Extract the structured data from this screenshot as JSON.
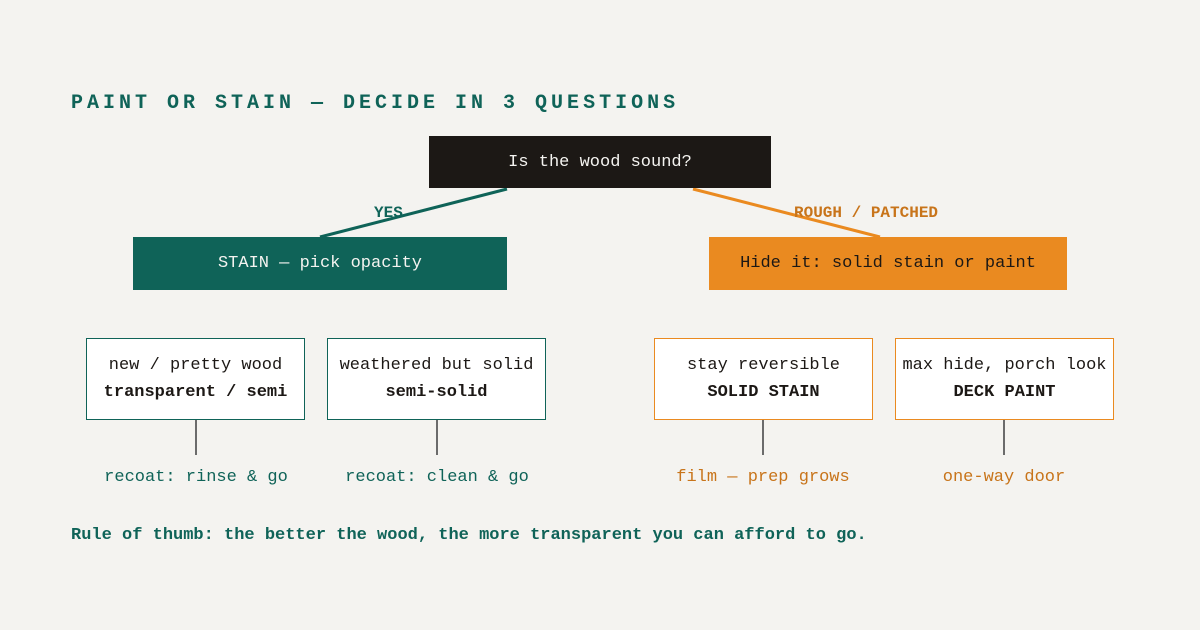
{
  "title": "PAINT OR STAIN — DECIDE IN 3 QUESTIONS",
  "root": {
    "question": "Is the wood sound?"
  },
  "branches": [
    {
      "label": "YES",
      "node": "STAIN — pick opacity",
      "leaves": [
        {
          "condition": "new / pretty wood",
          "choice": "transparent / semi",
          "note": "recoat: rinse & go"
        },
        {
          "condition": "weathered but solid",
          "choice": "semi-solid",
          "note": "recoat: clean & go"
        }
      ]
    },
    {
      "label": "ROUGH / PATCHED",
      "node": "Hide it: solid stain or paint",
      "leaves": [
        {
          "condition": "stay reversible",
          "choice": "SOLID STAIN",
          "note": "film — prep grows"
        },
        {
          "condition": "max hide, porch look",
          "choice": "DECK PAINT",
          "note": "one-way door"
        }
      ]
    }
  ],
  "footer": "Rule of thumb: the better the wood, the more transparent you can afford to go.",
  "colors": {
    "background": "#f4f3f0",
    "teal": "#0f6358",
    "orange": "#ea8a20",
    "orange_text": "#c8741a",
    "dark": "#1c1815"
  }
}
